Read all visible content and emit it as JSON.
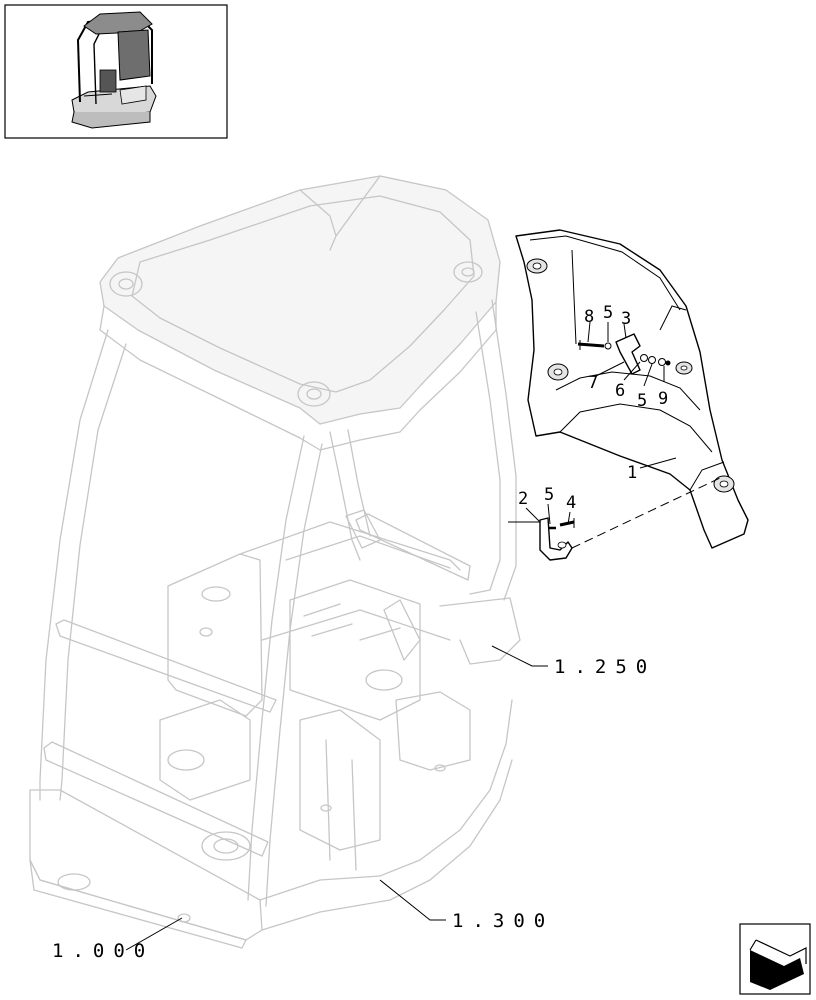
{
  "callouts": {
    "c1": "1",
    "c2": "2",
    "c3": "3",
    "c4": "4",
    "c5a": "5",
    "c5b": "5",
    "c5c": "5",
    "c6": "6",
    "c7": "7",
    "c8": "8",
    "c9": "9"
  },
  "references": {
    "r1250": "1.250",
    "r1300": "1.300",
    "r1000": "1.000"
  },
  "icons": {
    "thumbnail": "machine-cab-thumbnail-icon",
    "navigation": "next-page-arrow-icon"
  }
}
